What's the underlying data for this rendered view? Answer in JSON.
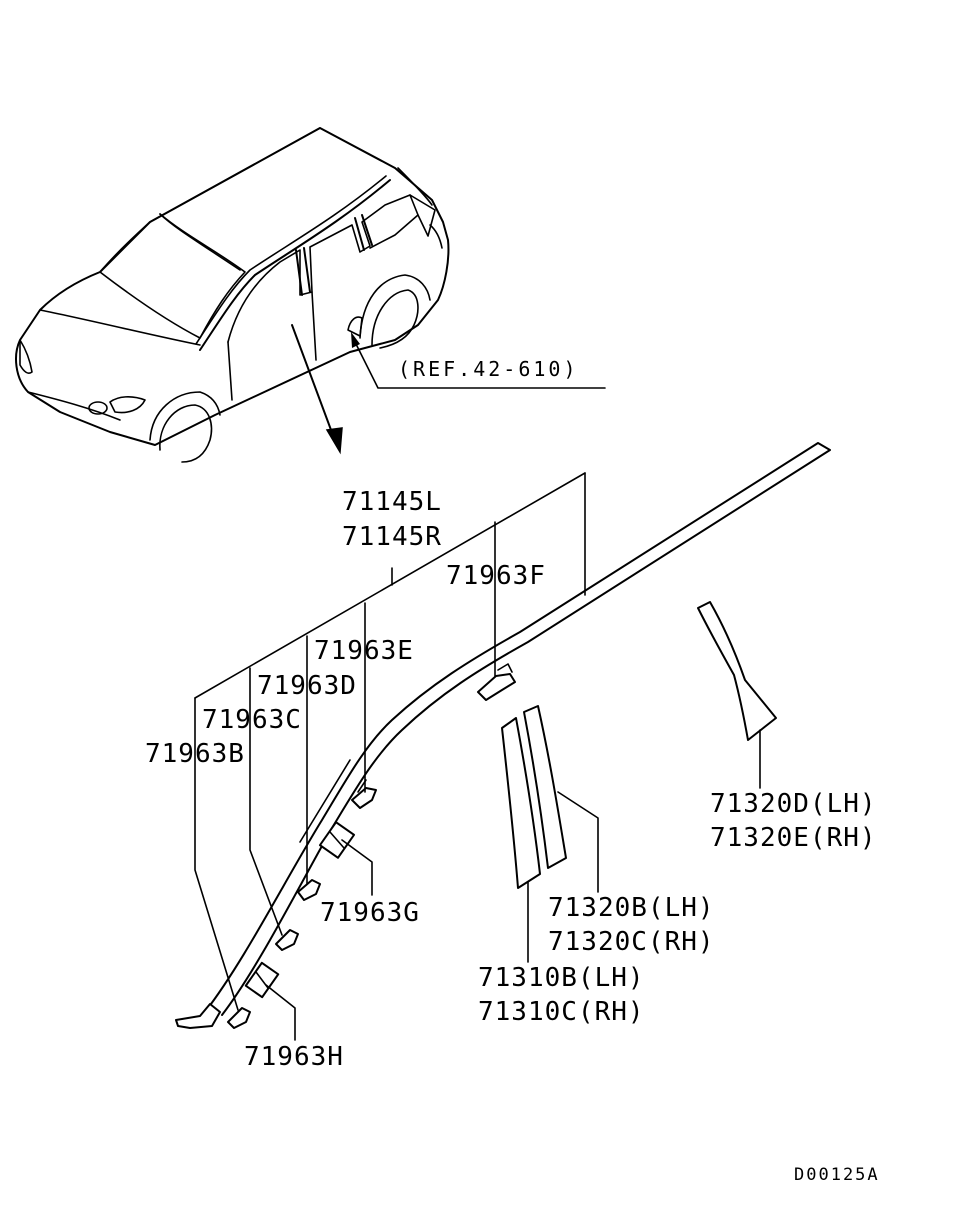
{
  "labels": {
    "ref": "(REF.42-610)",
    "p71145L": "71145L",
    "p71145R": "71145R",
    "p71963F": "71963F",
    "p71963E": "71963E",
    "p71963D": "71963D",
    "p71963C": "71963C",
    "p71963B": "71963B",
    "p71963G": "71963G",
    "p71963H": "71963H",
    "p71320D": "71320D(LH)",
    "p71320E": "71320E(RH)",
    "p71320B": "71320B(LH)",
    "p71320C": "71320C(RH)",
    "p71310B": "71310B(LH)",
    "p71310C": "71310C(RH)",
    "code": "D00125A"
  }
}
